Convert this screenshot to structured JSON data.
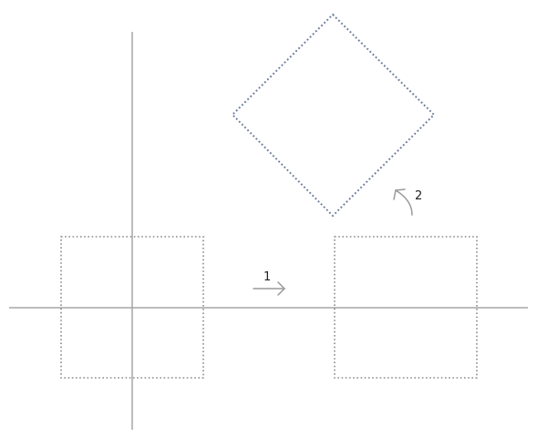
{
  "diagram": {
    "steps": [
      {
        "label": "1",
        "meaning": "translate"
      },
      {
        "label": "2",
        "meaning": "rotate"
      }
    ]
  },
  "colors": {
    "axis": "#a6a6a6",
    "original_square": "#8a8a8a",
    "translated_square": "#8a8a8a",
    "rotated_square": "#6b7a99",
    "arrow": "#9a9a9a",
    "label": "#222222"
  }
}
